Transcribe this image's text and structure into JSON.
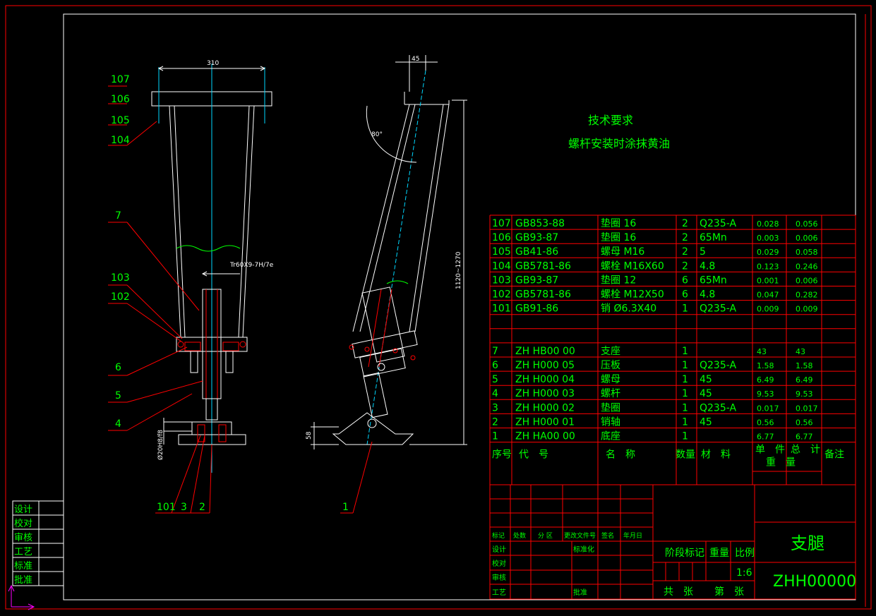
{
  "tech_req": {
    "title": "技术要求",
    "line1": "螺杆安装时涂抹黄油"
  },
  "dims": {
    "width_top": "310",
    "offset": "45",
    "angle": "80°",
    "height_range": "1120~1270",
    "thread": "Tr60X9-7H/7e",
    "base_h": "58",
    "dia": "Ø20H8/f8"
  },
  "callouts_left": [
    "107",
    "106",
    "105",
    "104",
    "7",
    "103",
    "102",
    "6",
    "5",
    "4"
  ],
  "callouts_bottom": {
    "a": "101",
    "b": "3",
    "c": "2"
  },
  "callout_right": "1",
  "bom": [
    [
      "107",
      "GB853-88",
      "垫圈 16",
      "2",
      "Q235-A",
      "0.028",
      "0.056"
    ],
    [
      "106",
      "GB93-87",
      "垫圈 16",
      "2",
      "65Mn",
      "0.003",
      "0.006"
    ],
    [
      "105",
      "GB41-86",
      "螺母 M16",
      "2",
      "5",
      "0.029",
      "0.058"
    ],
    [
      "104",
      "GB5781-86",
      "螺栓 M16X60",
      "2",
      "4.8",
      "0.123",
      "0.246"
    ],
    [
      "103",
      "GB93-87",
      "垫圈 12",
      "6",
      "65Mn",
      "0.001",
      "0.006"
    ],
    [
      "102",
      "GB5781-86",
      "螺栓 M12X50",
      "6",
      "4.8",
      "0.047",
      "0.282"
    ],
    [
      "101",
      "GB91-86",
      "销 Ø6.3X40",
      "1",
      "Q235-A",
      "0.009",
      "0.009"
    ],
    [
      "",
      "",
      "",
      "",
      "",
      "",
      ""
    ],
    [
      "",
      "",
      "",
      "",
      "",
      "",
      ""
    ],
    [
      "7",
      "ZH HB00 00",
      "支座",
      "1",
      "",
      "43",
      "43"
    ],
    [
      "6",
      "ZH H000 05",
      "压板",
      "1",
      "Q235-A",
      "1.58",
      "1.58"
    ],
    [
      "5",
      "ZH H000 04",
      "螺母",
      "1",
      "45",
      "6.49",
      "6.49"
    ],
    [
      "4",
      "ZH H000 03",
      "螺杆",
      "1",
      "45",
      "9.53",
      "9.53"
    ],
    [
      "3",
      "ZH H000 02",
      "垫圈",
      "1",
      "Q235-A",
      "0.017",
      "0.017"
    ],
    [
      "2",
      "ZH H000 01",
      "销轴",
      "1",
      "45",
      "0.56",
      "0.56"
    ],
    [
      "1",
      "ZH HA00 00",
      "底座",
      "1",
      "",
      "6.77",
      "6.77"
    ]
  ],
  "bom_header": {
    "no": "序号",
    "code": "代　号",
    "name": "名　称",
    "qty": "数量",
    "mat": "材　料",
    "unit": "单　件",
    "total": "总　计",
    "weight": "重　量",
    "remark": "备注"
  },
  "title_block": {
    "part_name": "支腿",
    "drawing_no": "ZHH00000",
    "stage": "阶段标记",
    "weight": "重量",
    "scale_label": "比例",
    "scale": "1:6",
    "sheets": "共　张",
    "sheet": "第　张",
    "row_mark": [
      "标记",
      "处数",
      "分 区",
      "更改文件号",
      "签名",
      "年月日"
    ],
    "row_labels": [
      "设计",
      "校对",
      "审核",
      "工艺"
    ],
    "std": "标准化",
    "approve": "批准"
  },
  "side_labels": [
    "设计",
    "校对",
    "审核",
    "工艺",
    "标准",
    "批准"
  ]
}
